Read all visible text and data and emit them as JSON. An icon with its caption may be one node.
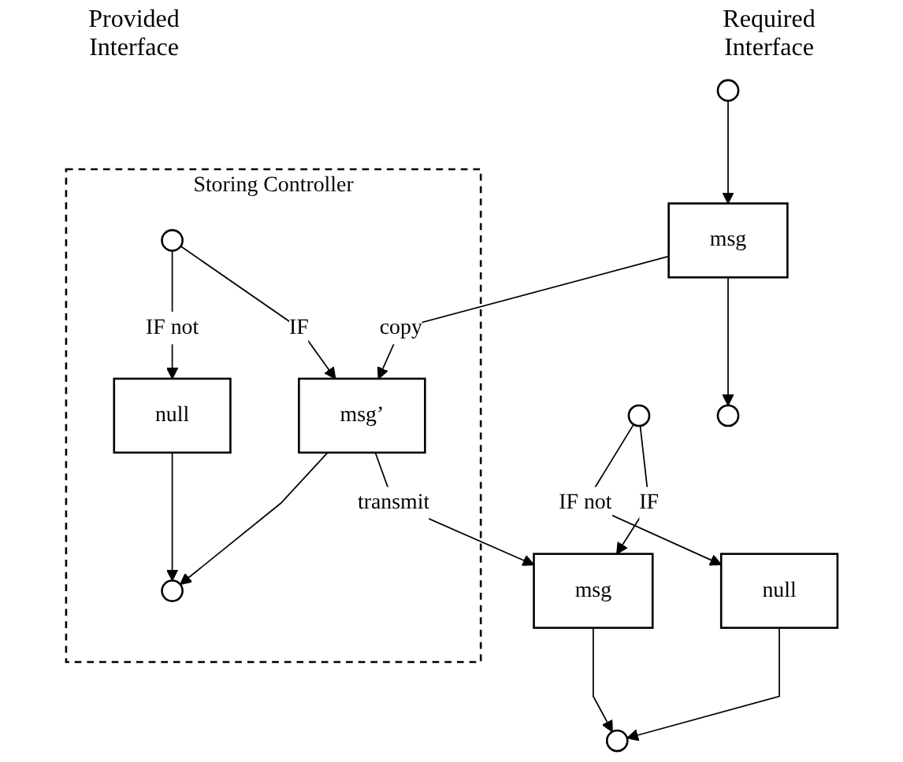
{
  "diagram": {
    "nodes": [
      {
        "text": [],
        "shape": "circle"
      },
      {
        "text": [
          "msg"
        ]
      },
      {
        "text": [],
        "shape": "circle"
      },
      {
        "text": [
          "Storing Controller"
        ]
      },
      {
        "text": [],
        "shape": "circle",
        "in": 3
      },
      {
        "text": [
          "null"
        ],
        "in": 3
      },
      {
        "text": [
          "msg’"
        ],
        "in": 3
      },
      {
        "text": [],
        "shape": "circle",
        "in": 3
      },
      {
        "text": [],
        "shape": "circle"
      },
      {
        "text": [
          "null"
        ]
      },
      {
        "text": [
          "msg"
        ]
      },
      {
        "text": [],
        "shape": "circle"
      }
    ],
    "edges": [
      {
        "from": 0,
        "to": 1,
        "arrow": "to"
      },
      {
        "from": 1,
        "to": 2,
        "arrow": "to"
      },
      {
        "from": 1,
        "to": 6,
        "arrow": "to",
        "label": "copy"
      },
      {
        "from": 4,
        "to": 5,
        "arrow": "to",
        "label": "IF not"
      },
      {
        "from": 4,
        "to": 6,
        "arrow": "to",
        "label": "IF"
      },
      {
        "from": 6,
        "to": 7,
        "arrow": "to"
      },
      {
        "from": 5,
        "to": 7,
        "arrow": "to"
      },
      {
        "from": 6,
        "to": 10,
        "arrow": "to",
        "label": "transmit"
      },
      {
        "from": 8,
        "to": 9,
        "arrow": "to",
        "label": "IF not"
      },
      {
        "from": 8,
        "to": 10,
        "arrow": "to",
        "label": "IF"
      },
      {
        "from": 10,
        "to": 11,
        "arrow": "to"
      },
      {
        "from": 9,
        "to": 11,
        "arrow": "to"
      }
    ],
    "labels": [
      "Provided Interface",
      "Required Interface"
    ]
  }
}
